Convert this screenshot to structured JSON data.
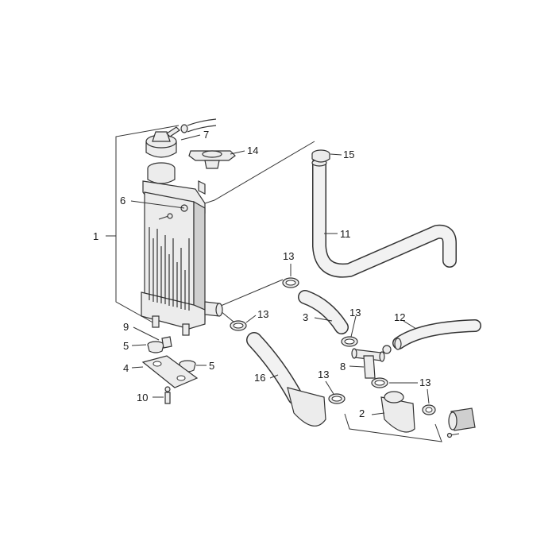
{
  "callouts": [
    {
      "id": "c1",
      "text": "1"
    },
    {
      "id": "c2",
      "text": "2"
    },
    {
      "id": "c3",
      "text": "3"
    },
    {
      "id": "c4",
      "text": "4"
    },
    {
      "id": "c5a",
      "text": "5"
    },
    {
      "id": "c5b",
      "text": "5"
    },
    {
      "id": "c6",
      "text": "6"
    },
    {
      "id": "c7",
      "text": "7"
    },
    {
      "id": "c8",
      "text": "8"
    },
    {
      "id": "c9",
      "text": "9"
    },
    {
      "id": "c10",
      "text": "10"
    },
    {
      "id": "c11",
      "text": "11"
    },
    {
      "id": "c12",
      "text": "12"
    },
    {
      "id": "c13a",
      "text": "13"
    },
    {
      "id": "c13b",
      "text": "13"
    },
    {
      "id": "c13c",
      "text": "13"
    },
    {
      "id": "c13d",
      "text": "13"
    },
    {
      "id": "c13e",
      "text": "13"
    },
    {
      "id": "c14",
      "text": "14"
    },
    {
      "id": "c15",
      "text": "15"
    },
    {
      "id": "c16",
      "text": "16"
    }
  ]
}
